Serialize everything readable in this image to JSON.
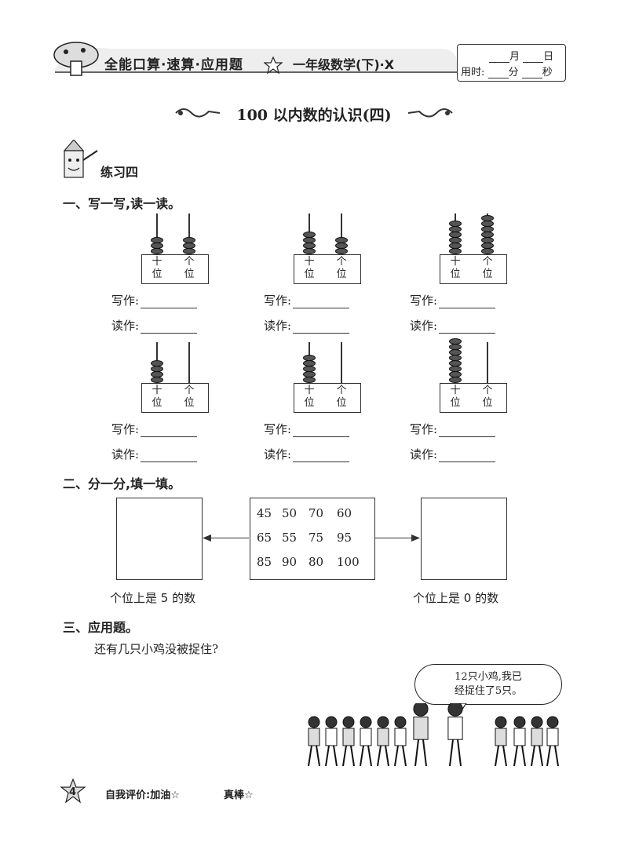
{
  "header": {
    "series_title": "全能口算·速算·应用题",
    "grade_title": "一年级数学(下)·X",
    "date_month": "月",
    "date_day": "日",
    "time_label": "用时:",
    "time_min": "分",
    "time_sec": "秒"
  },
  "page_title": "100 以内数的认识(四)",
  "section_tag": "练习四",
  "q1": {
    "heading": "一、写一写,读一读。",
    "tens_label": "十\n位",
    "write_label": "写作:",
    "read_label": "读作:",
    "abacuses": [
      {
        "tens": 3,
        "ones": 3
      },
      {
        "tens": 4,
        "ones": 3
      },
      {
        "tens": 6,
        "ones": 7
      },
      {
        "tens": 4,
        "ones": 0
      },
      {
        "tens": 5,
        "ones": 0
      },
      {
        "tens": 8,
        "ones": 0
      }
    ],
    "place_tens": [
      "十",
      "位"
    ],
    "place_ones": [
      "个",
      "位"
    ]
  },
  "q2": {
    "heading": "二、分一分,填一填。",
    "numbers": [
      [
        "45",
        "50",
        "70",
        "60"
      ],
      [
        "65",
        "55",
        "75",
        "95"
      ],
      [
        "85",
        "90",
        "80",
        "100"
      ]
    ],
    "left_caption": "个位上是 5 的数",
    "right_caption": "个位上是 0 的数"
  },
  "q3": {
    "heading": "三、应用题。",
    "question": "还有几只小鸡没被捉住?",
    "bubble_line1": "12只小鸡,我已",
    "bubble_line2": "经捉住了5只。"
  },
  "footer": {
    "page_number": "4",
    "self_eval": "自我评价:加油☆",
    "great": "真棒☆"
  }
}
